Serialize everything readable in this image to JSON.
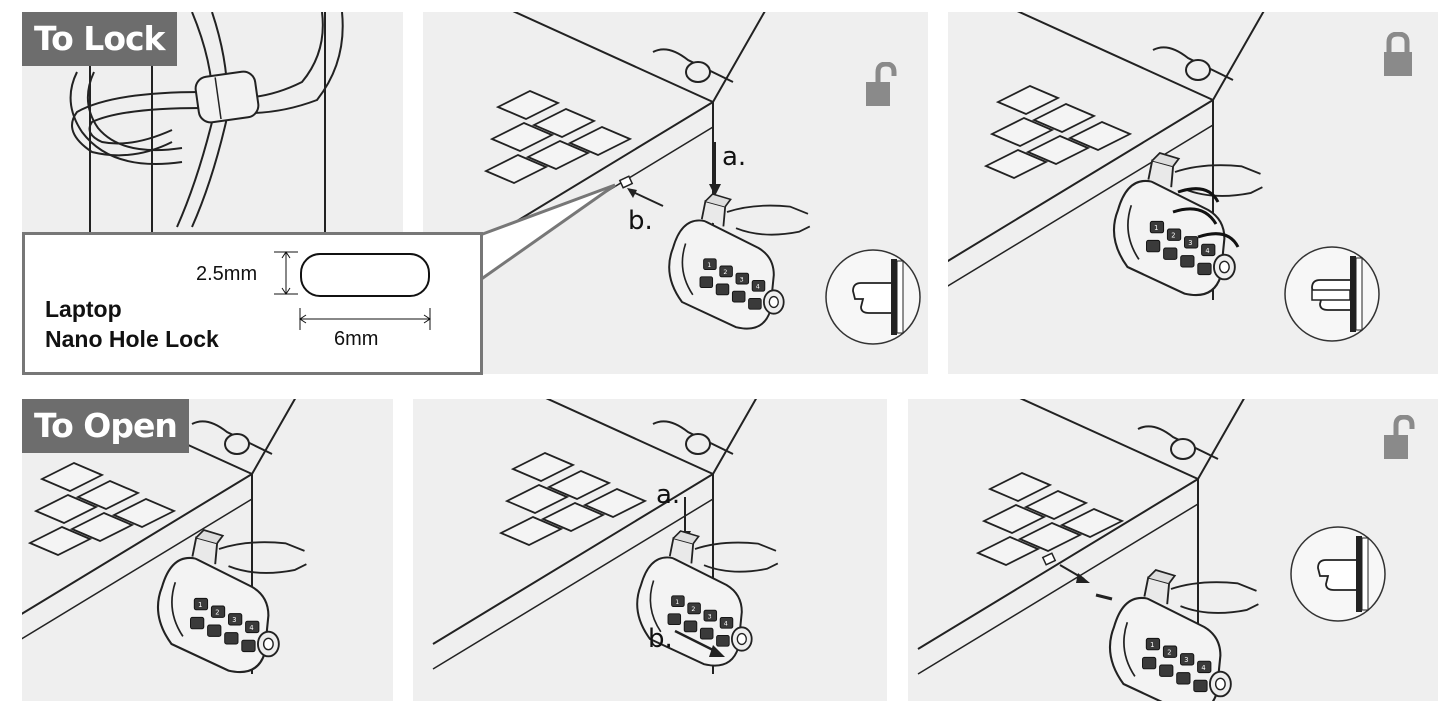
{
  "sections": {
    "lock": {
      "title": "To Lock"
    },
    "open": {
      "title": "To Open"
    }
  },
  "callout": {
    "height_dim": "2.5mm",
    "width_dim": "6mm",
    "title_line1": "Laptop",
    "title_line2": "Nano Hole Lock"
  },
  "steps": {
    "lock_a": "a.",
    "lock_b": "b.",
    "open_a": "a.",
    "open_b": "b."
  },
  "icons": {
    "panel2": "unlocked-padlock-icon",
    "panel3": "locked-padlock-icon",
    "panel6": "unlocked-padlock-icon"
  },
  "colors": {
    "panel_bg": "#efefef",
    "tag_bg": "#6d6d6d",
    "icon": "#8a8a8a",
    "line": "#222222"
  }
}
